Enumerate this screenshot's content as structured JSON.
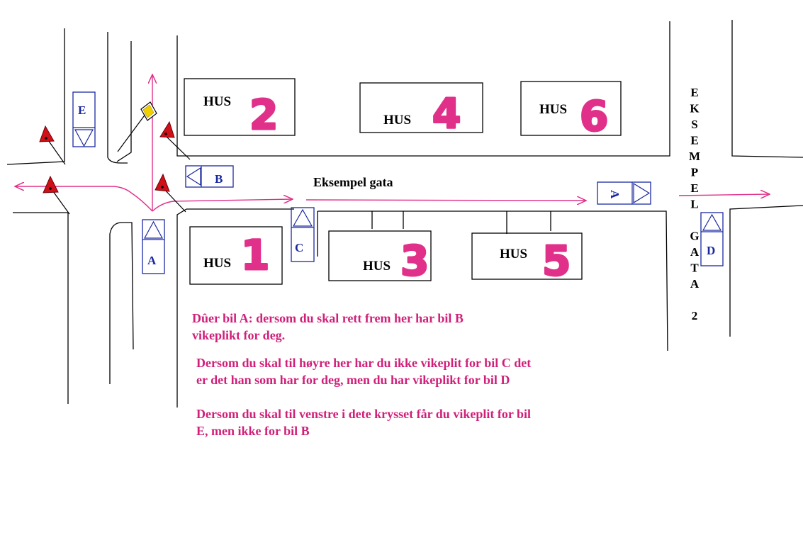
{
  "colors": {
    "ink": "#000000",
    "magenta": "#e0308a",
    "car_blue": "#1a28a0",
    "warning_red": "#d01018",
    "priority_yellow": "#f0d000"
  },
  "street": {
    "main_name": "Eksempel gata",
    "side_name_letters": [
      "E",
      "K",
      "S",
      "E",
      "M",
      "P",
      "E",
      "L",
      "",
      "G",
      "A",
      "T",
      "A",
      "",
      "2"
    ]
  },
  "houses": [
    {
      "word": "HUS",
      "number": "2"
    },
    {
      "word": "HUS",
      "number": "4"
    },
    {
      "word": "HUS",
      "number": "6"
    },
    {
      "word": "HUS",
      "number": "1"
    },
    {
      "word": "HUS",
      "number": "3"
    },
    {
      "word": "HUS",
      "number": "5"
    }
  ],
  "cars": {
    "a": "A",
    "a_rotated": "A",
    "b": "B",
    "c": "C",
    "d": "D",
    "e": "E"
  },
  "icons": {
    "yield_sign": "warning-triangle-icon",
    "priority_road_sign": "priority-road-diamond-icon",
    "direction_arrow": "arrow-icon"
  },
  "explanation": {
    "line1": "Dûer bil A: dersom du skal rett frem her har bil B",
    "line2": "vikeplikt for deg.",
    "line3": "Dersom du skal til høyre her har du ikke vikeplit for bil C det",
    "line4": "er det han som har for deg, men du har vikeplikt for bil D",
    "line5": "Dersom du skal til venstre i dete krysset får du vikeplit for bil",
    "line6": "E, men ikke for bil B"
  }
}
